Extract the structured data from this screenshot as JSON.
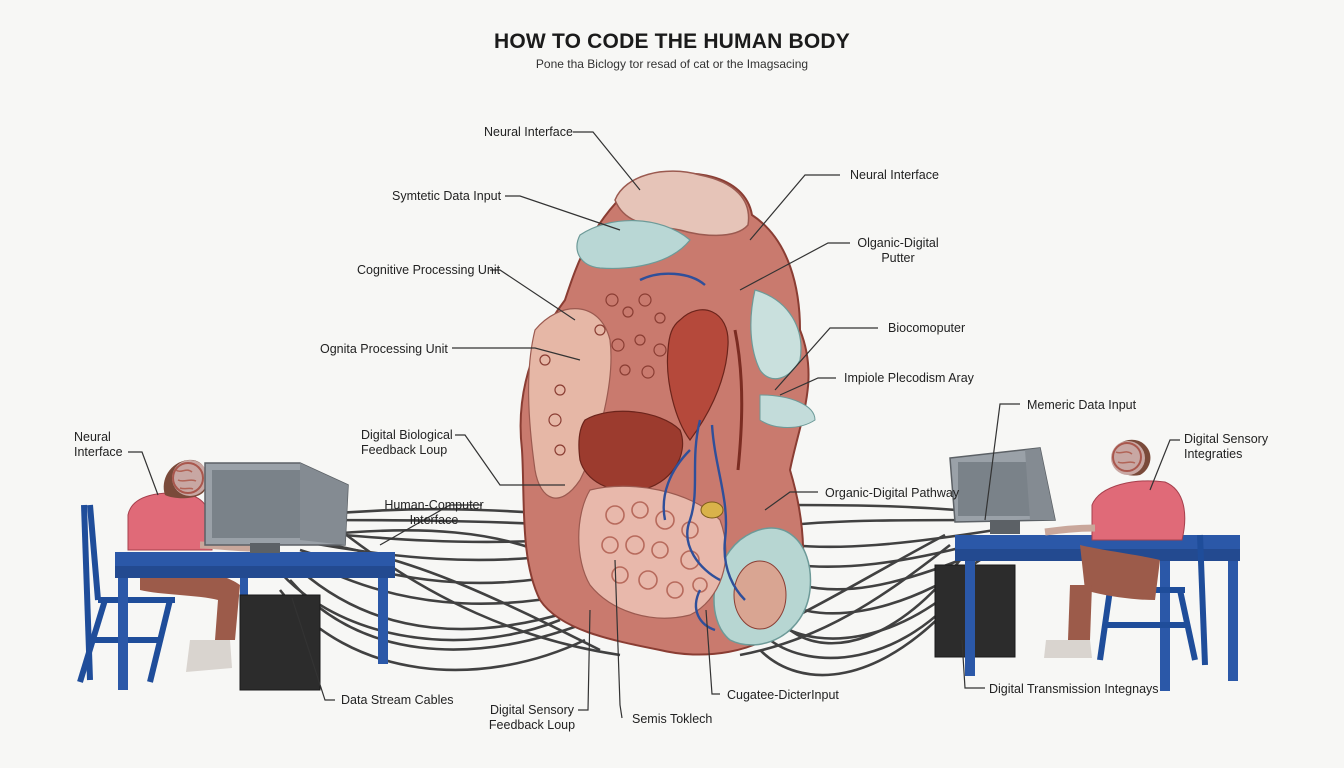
{
  "title": "HOW TO CODE THE HUMAN BODY",
  "subtitle": "Pone tha Biclogy tor resad of cat or the Imagsacing",
  "labels": {
    "neural_interface_top": "Neural Interface",
    "neural_interface_right": "Neural Interface",
    "symtetic_data_input": "Symtetic Data Input",
    "organic_digital_putter_1": "Olganic-Digital",
    "organic_digital_putter_2": "Putter",
    "cognitive_processing_unit": "Cognitive Processing Unit",
    "biocomoputer": "Biocomoputer",
    "ognita_processing_unit": "Ognita Processing Unit",
    "impiole_plecodism_aray": "Impiole Plecodism Aray",
    "memeric_data_input": "Memeric Data Input",
    "neural_interface_left_1": "Neural",
    "neural_interface_left_2": "Interface",
    "digital_biological_feedback_1": "Digital Biological",
    "digital_biological_feedback_2": "Feedback Loup",
    "digital_sensory_integraties_1": "Digital Sensory",
    "digital_sensory_integraties_2": "Integraties",
    "organic_digital_pathway": "Organic-Digital Pathway",
    "human_computer_interface_1": "Human-Computer",
    "human_computer_interface_2": "Interface",
    "data_stream_cables": "Data Stream Cables",
    "digital_sensory_feedback_1": "Digital Sensory",
    "digital_sensory_feedback_2": "Feedback Loup",
    "semis_toklech": "Semis Toklech",
    "cugatee_dicterinput": "Cugatee-DicterInput",
    "digital_transmission_integrays": "Digital Transmission Integnays"
  },
  "colors": {
    "tissue": "#c97a6e",
    "tissue_dark": "#a84a3c",
    "tissue_light": "#e6b7a6",
    "teal": "#b9d7d5",
    "vessel": "#2f4f9a",
    "shirt": "#e06a78",
    "desk": "#2b58a8",
    "monitor": "#9aa1a8",
    "cable": "#2e2e2e"
  },
  "icons": [
    "monitor-icon",
    "chair-icon",
    "desk-icon",
    "person-icon",
    "tower-icon"
  ]
}
